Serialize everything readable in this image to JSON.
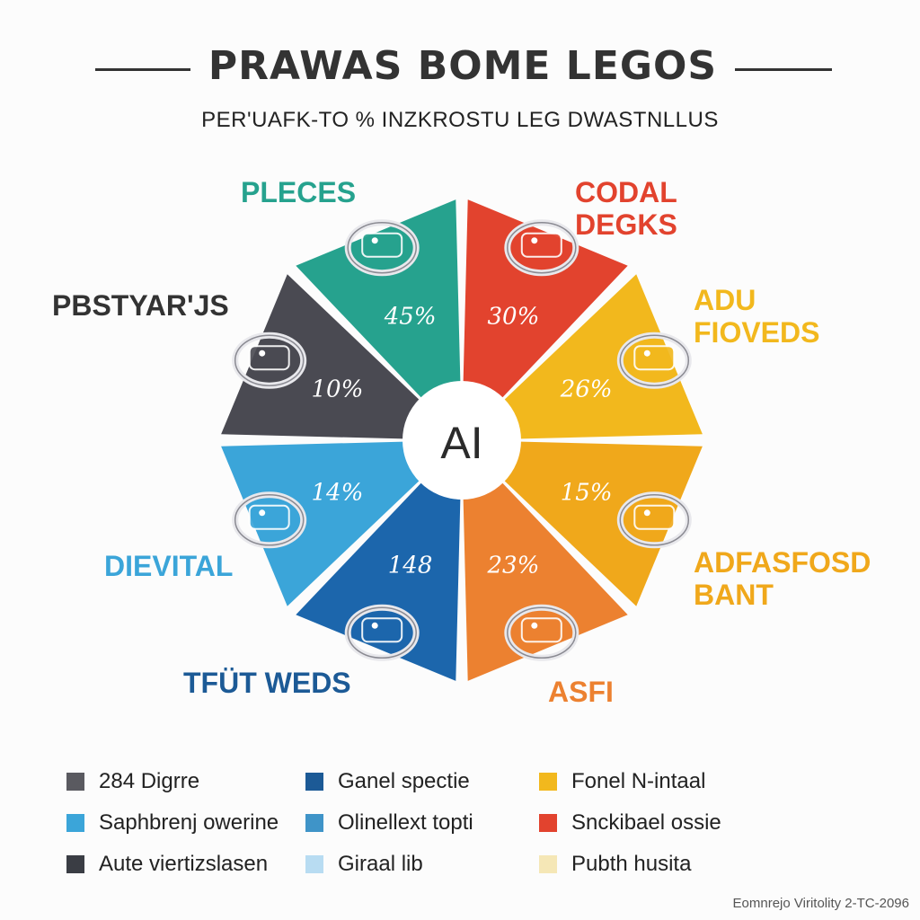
{
  "header": {
    "title": "PRAWAS BOME LEGOS",
    "subtitle": "PER'UAFK-TO % INZKROSTU LEG DWASTNLLUS"
  },
  "colors": {
    "teal": "#26a28e",
    "red": "#e2432e",
    "yellow": "#f2b81d",
    "amber": "#f0a81b",
    "orange": "#ec8130",
    "blue": "#1c66ac",
    "sky": "#3ba5d9",
    "charcoal": "#4a4a52",
    "dark": "#3a3d44",
    "light_blue": "#b8dcf2",
    "cream": "#f5e7b6"
  },
  "chart_data": {
    "type": "pie",
    "title": "PRAWAS BOME LEGOS",
    "center_label": "AI",
    "slices": [
      {
        "label": "PLECES",
        "value_label": "45%",
        "color": "#26a28e",
        "icon": "gem-ring-icon"
      },
      {
        "label": "CODAL\nDEGKS",
        "value_label": "30%",
        "color": "#e2432e",
        "icon": "gem-ring-icon"
      },
      {
        "label": "ADU\nFIOVEDS",
        "value_label": "26%",
        "color": "#f2b81d",
        "icon": "gem-ring-icon"
      },
      {
        "label": "ADFASFOSD\nBANT",
        "value_label": "15%",
        "color": "#f0a81b",
        "icon": "gem-ring-icon"
      },
      {
        "label": "ASFI",
        "value_label": "23%",
        "color": "#ec8130",
        "icon": "gem-ring-icon"
      },
      {
        "label": "TFÜT WEDS",
        "value_label": "148",
        "color": "#1c66ac",
        "icon": "gem-ring-icon"
      },
      {
        "label": "DIEVITAL",
        "value_label": "14%",
        "color": "#3ba5d9",
        "icon": "gem-ring-icon"
      },
      {
        "label": "PBSTYAR'JS",
        "value_label": "10%",
        "color": "#4a4a52",
        "icon": "gem-ring-icon"
      }
    ]
  },
  "legend": [
    {
      "label": "284 Digrre",
      "color": "#5a5a60"
    },
    {
      "label": "Ganel spectie",
      "color": "#1c5a96"
    },
    {
      "label": "Fonel N-intaal",
      "color": "#f2b81d"
    },
    {
      "label": "Saphbrenj owerine",
      "color": "#3ba5d9"
    },
    {
      "label": "Olinellext topti",
      "color": "#3f94c8"
    },
    {
      "label": "Snckibael ossie",
      "color": "#e2432e"
    },
    {
      "label": "Aute viertizslasen",
      "color": "#3a3d44"
    },
    {
      "label": "Giraal lib",
      "color": "#b8dcf2"
    },
    {
      "label": "Pubth husita",
      "color": "#f5e7b6"
    }
  ],
  "footer": {
    "credit": "Eomnrejo Viritolity 2-TC-2096"
  }
}
